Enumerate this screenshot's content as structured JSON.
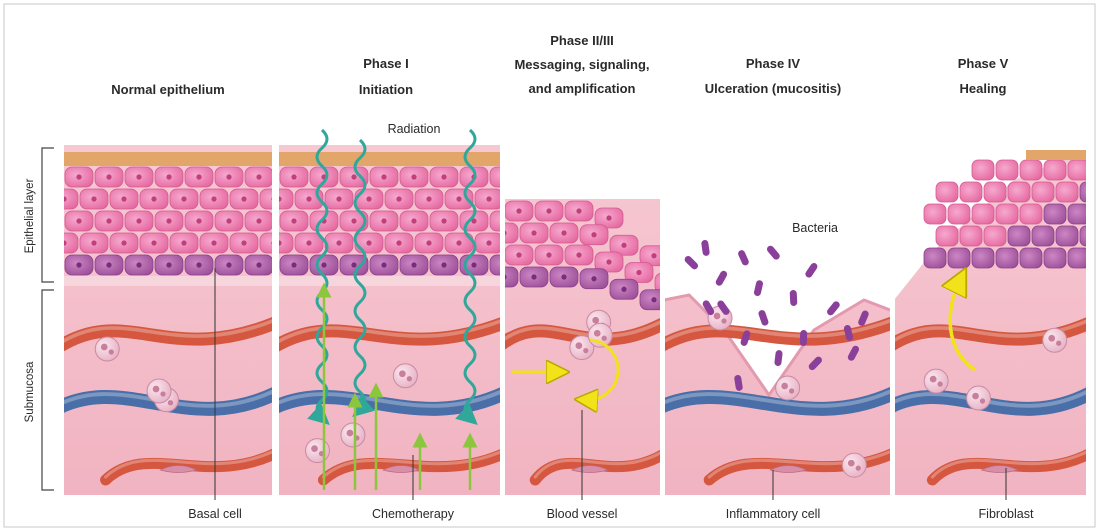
{
  "phases": [
    {
      "title": "",
      "subtitle": "Normal epithelium"
    },
    {
      "title": "Phase I",
      "subtitle": "Initiation"
    },
    {
      "title": "Phase II/III",
      "subtitle": "Messaging, signaling,",
      "subtitle2": "and amplification"
    },
    {
      "title": "Phase IV",
      "subtitle": "Ulceration (mucositis)"
    },
    {
      "title": "Phase V",
      "subtitle": "Healing"
    }
  ],
  "side_labels": {
    "epithelial": "Epithelial layer",
    "submucosa": "Submucosa"
  },
  "callouts": {
    "radiation": "Radiation",
    "bacteria": "Bacteria"
  },
  "bottom_labels": [
    "Basal cell",
    "Chemotherapy",
    "Blood vessel",
    "Inflammatory cell",
    "Fibroblast"
  ],
  "colors": {
    "tissue": "#f4c2cc",
    "cell_pink": "#ea7eb4",
    "basal_purple": "#b466ae",
    "surface_orange": "#e3a66a",
    "vessel_red": "#d6573f",
    "vessel_blue": "#4a6fa8",
    "radiation_teal": "#2fa79a",
    "chemo_green": "#8cc63f",
    "signal_yellow": "#f2e21a",
    "bacteria_purple": "#8a3f9a"
  }
}
